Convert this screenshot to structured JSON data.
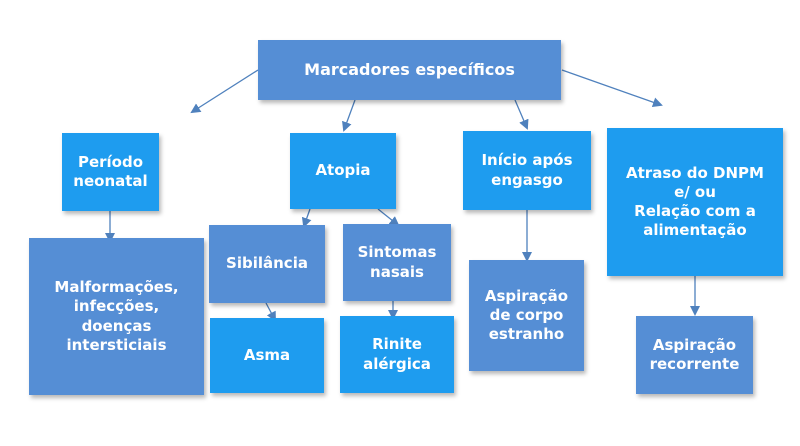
{
  "colors": {
    "dark_blue": "#558ed5",
    "light_blue": "#1e9cef",
    "arrow": "#4f81bd"
  },
  "diagram": {
    "nodes": {
      "root": "Marcadores específicos",
      "periodo_neonatal": "Período\nneonatal",
      "atopia": "Atopia",
      "inicio_engasgo": "Início após\nengasgo",
      "atraso_dnpm": "Atraso do DNPM\ne/ ou\nRelação com a\nalimentação",
      "malformacoes": "Malformações,\ninfecções,\ndoenças\nintersticiais",
      "sibilancia": "Sibilância",
      "sintomas_nasais": "Sintomas\nnasais",
      "asma": "Asma",
      "rinite": "Rinite\nalérgica",
      "aspiracao_corpo": "Aspiração\nde corpo\nestranho",
      "aspiracao_recorrente": "Aspiração\nrecorrente"
    },
    "edges": [
      [
        "root",
        "periodo_neonatal"
      ],
      [
        "root",
        "atopia"
      ],
      [
        "root",
        "inicio_engasgo"
      ],
      [
        "root",
        "atraso_dnpm"
      ],
      [
        "periodo_neonatal",
        "malformacoes"
      ],
      [
        "atopia",
        "sibilancia"
      ],
      [
        "atopia",
        "sintomas_nasais"
      ],
      [
        "sibilancia",
        "asma"
      ],
      [
        "sintomas_nasais",
        "rinite"
      ],
      [
        "inicio_engasgo",
        "aspiracao_corpo"
      ],
      [
        "atraso_dnpm",
        "aspiracao_recorrente"
      ]
    ]
  }
}
